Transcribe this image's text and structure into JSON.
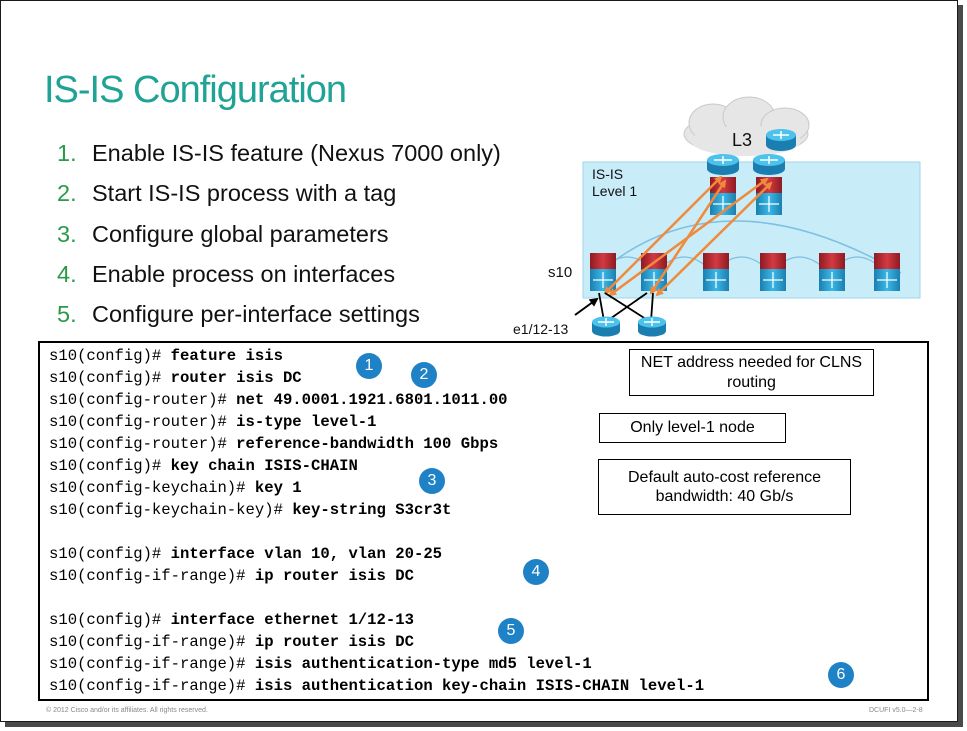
{
  "title": "IS-IS Configuration",
  "steps": [
    {
      "num": "1.",
      "text": "Enable IS-IS feature (Nexus 7000 only)"
    },
    {
      "num": "2.",
      "text": "Start IS-IS process with a tag"
    },
    {
      "num": "3.",
      "text": "Configure global parameters"
    },
    {
      "num": "4.",
      "text": "Enable process on interfaces"
    },
    {
      "num": "5.",
      "text": "Configure per-interface settings"
    }
  ],
  "diagram": {
    "cloud_label": "L3",
    "area_label_1": "IS-IS",
    "area_label_2": "Level 1",
    "switch_label": "s10",
    "interface_label": "e1/12-13",
    "colors": {
      "area": "#c8ecf8",
      "link": "#f08a3c",
      "access": "#27a6d6",
      "distribution": "#c42b33"
    }
  },
  "config": [
    {
      "prompt": "s10(config)# ",
      "cmd": "feature isis"
    },
    {
      "prompt": "s10(config)# ",
      "cmd": "router isis DC"
    },
    {
      "prompt": "s10(config-router)# ",
      "cmd": "net 49.0001.1921.6801.1011.00"
    },
    {
      "prompt": "s10(config-router)# ",
      "cmd": "is-type level-1"
    },
    {
      "prompt": "s10(config-router)# ",
      "cmd": "reference-bandwidth 100 Gbps"
    },
    {
      "prompt": "s10(config)# ",
      "cmd": "key chain ISIS-CHAIN"
    },
    {
      "prompt": "s10(config-keychain)# ",
      "cmd": "key 1"
    },
    {
      "prompt": "s10(config-keychain-key)# ",
      "cmd": "key-string S3cr3t"
    },
    {
      "prompt": "s10(config)# ",
      "cmd": "interface vlan 10, vlan 20-25"
    },
    {
      "prompt": "s10(config-if-range)# ",
      "cmd": "ip router isis DC"
    },
    {
      "prompt": "s10(config)# ",
      "cmd": "interface ethernet 1/12-13"
    },
    {
      "prompt": "s10(config-if-range)# ",
      "cmd": "ip router isis DC"
    },
    {
      "prompt": "s10(config-if-range)# ",
      "cmd": "isis authentication-type md5 level-1"
    },
    {
      "prompt": "s10(config-if-range)# ",
      "cmd": "isis authentication key-chain ISIS-CHAIN level-1"
    }
  ],
  "badges": [
    "1",
    "2",
    "3",
    "4",
    "5",
    "6"
  ],
  "callouts": {
    "net": "NET address needed for CLNS routing",
    "level": "Only level-1 node",
    "bandwidth": "Default auto-cost reference bandwidth: 40 Gb/s"
  },
  "footer": {
    "copyright": "© 2012 Cisco and/or its affiliates. All rights reserved.",
    "course": "DCUFI v5.0—2-8"
  }
}
